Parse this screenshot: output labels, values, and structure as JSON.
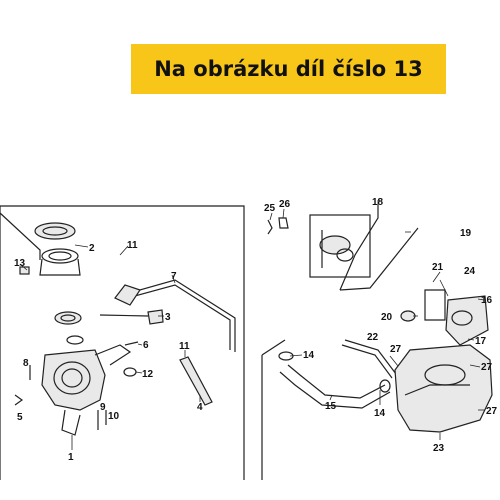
{
  "banner": {
    "text": "Na obrázku díl číslo 13"
  },
  "colors": {
    "banner_bg": "#f7c619",
    "line": "#222222",
    "part_fill": "#e9e9e9"
  },
  "labels": {
    "l1": "1",
    "l2": "2",
    "l3": "3",
    "l4": "4",
    "l5": "5",
    "l6": "6",
    "l7": "7",
    "l8": "8",
    "l9": "9",
    "l10": "10",
    "l11a": "11",
    "l11b": "11",
    "l12": "12",
    "l13": "13",
    "l14a": "14",
    "l14b": "14",
    "l15": "15",
    "l16": "16",
    "l17": "17",
    "l18": "18",
    "l19": "19",
    "l20": "20",
    "l21": "21",
    "l22": "22",
    "l23": "23",
    "l24": "24",
    "l25": "25",
    "l26": "26",
    "l27a": "27",
    "l27b": "27",
    "l27c": "27"
  }
}
